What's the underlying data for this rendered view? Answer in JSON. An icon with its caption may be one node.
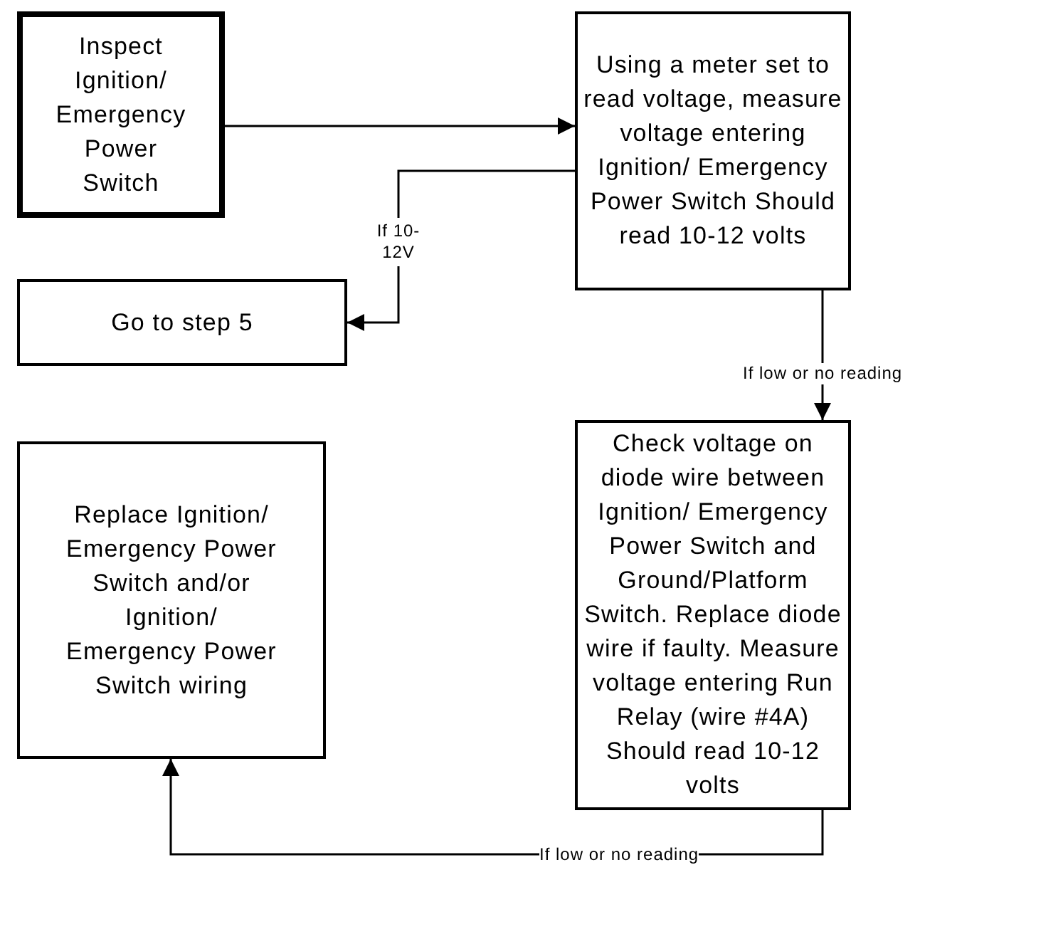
{
  "diagram": {
    "nodes": [
      {
        "text": [
          "Inspect Ignition/ Emergency Power Switch"
        ]
      },
      {
        "text": [
          "Using a meter set to read voltage, measure voltage entering Ignition/ Emergency Power Switch Should read 10-12 volts"
        ]
      },
      {
        "text": [
          "Go to step 5"
        ]
      },
      {
        "text": [
          "Check voltage on diode wire between Ignition/ Emergency Power Switch and Ground/Platform Switch. Replace diode wire if faulty. Measure voltage entering Run Relay (wire #4A) Should read 10-12 volts"
        ]
      },
      {
        "text": [
          "Replace Ignition/ Emergency Power Switch and/or Ignition/ Emergency Power Switch wiring"
        ]
      }
    ],
    "edges": [
      {
        "from": 0,
        "to": 1,
        "arrow": "to"
      },
      {
        "from": 1,
        "to": 2,
        "arrow": "to",
        "label": "If 10-12V"
      },
      {
        "from": 1,
        "to": 3,
        "arrow": "to",
        "label": "If low or no reading"
      },
      {
        "from": 3,
        "to": 4,
        "arrow": "to",
        "label": "If low or no reading"
      }
    ]
  }
}
